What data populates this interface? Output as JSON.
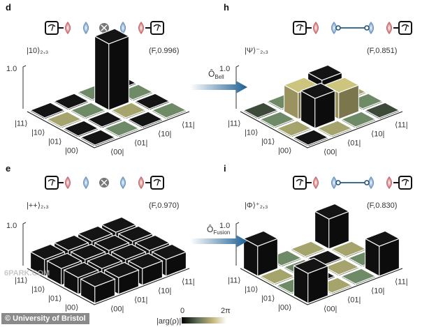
{
  "panels": [
    {
      "id": "d",
      "state": "|10⟩₂,₃",
      "fidelity": "(F,0.996)",
      "circuit": "cross",
      "cells": [
        [
          {
            "h": 0,
            "c": "black"
          },
          {
            "h": 0,
            "c": "green"
          },
          {
            "h": 0,
            "c": "black"
          },
          {
            "h": 0,
            "c": "green"
          }
        ],
        [
          {
            "h": 0,
            "c": "black"
          },
          {
            "h": 0,
            "c": "black"
          },
          {
            "h": 0,
            "c": "olive"
          },
          {
            "h": 0,
            "c": "black"
          }
        ],
        [
          {
            "h": 0,
            "c": "olive"
          },
          {
            "h": 0,
            "c": "green"
          },
          {
            "h": 1.0,
            "c": "black"
          },
          {
            "h": 0,
            "c": "green"
          }
        ],
        [
          {
            "h": 0,
            "c": "black"
          },
          {
            "h": 0,
            "c": "black"
          },
          {
            "h": 0,
            "c": "green"
          },
          {
            "h": 0,
            "c": "black"
          }
        ]
      ]
    },
    {
      "id": "h",
      "state": "|Ψ⟩⁻₂,₃",
      "fidelity": "(F,0.851)",
      "circuit": "link",
      "cells": [
        [
          {
            "h": 0,
            "c": "black"
          },
          {
            "h": 0,
            "c": "olive"
          },
          {
            "h": 0,
            "c": "green"
          },
          {
            "h": 0,
            "c": "dark"
          }
        ],
        [
          {
            "h": 0,
            "c": "olive"
          },
          {
            "h": 0.45,
            "c": "black"
          },
          {
            "h": 0.4,
            "c": "yellow"
          },
          {
            "h": 0,
            "c": "green"
          }
        ],
        [
          {
            "h": 0,
            "c": "green"
          },
          {
            "h": 0.4,
            "c": "yellow"
          },
          {
            "h": 0.45,
            "c": "black"
          },
          {
            "h": 0,
            "c": "olive"
          }
        ],
        [
          {
            "h": 0,
            "c": "dark"
          },
          {
            "h": 0,
            "c": "green"
          },
          {
            "h": 0,
            "c": "olive"
          },
          {
            "h": 0,
            "c": "black"
          }
        ]
      ]
    },
    {
      "id": "e",
      "state": "|++⟩₂,₃",
      "fidelity": "(F,0.970)",
      "circuit": "cross",
      "cells": [
        [
          {
            "h": 0.25,
            "c": "black"
          },
          {
            "h": 0.25,
            "c": "black"
          },
          {
            "h": 0.25,
            "c": "black"
          },
          {
            "h": 0.25,
            "c": "black"
          }
        ],
        [
          {
            "h": 0.25,
            "c": "black"
          },
          {
            "h": 0.25,
            "c": "black"
          },
          {
            "h": 0.25,
            "c": "black"
          },
          {
            "h": 0.25,
            "c": "black"
          }
        ],
        [
          {
            "h": 0.25,
            "c": "black"
          },
          {
            "h": 0.25,
            "c": "black"
          },
          {
            "h": 0.25,
            "c": "black"
          },
          {
            "h": 0.25,
            "c": "black"
          }
        ],
        [
          {
            "h": 0.25,
            "c": "black"
          },
          {
            "h": 0.25,
            "c": "black"
          },
          {
            "h": 0.25,
            "c": "black"
          },
          {
            "h": 0.25,
            "c": "black"
          }
        ]
      ]
    },
    {
      "id": "i",
      "state": "|Φ⟩⁺₂,₃",
      "fidelity": "(F,0.830)",
      "circuit": "link",
      "cells": [
        [
          {
            "h": 0.45,
            "c": "black"
          },
          {
            "h": 0,
            "c": "olive"
          },
          {
            "h": 0,
            "c": "green"
          },
          {
            "h": 0.45,
            "c": "black"
          }
        ],
        [
          {
            "h": 0,
            "c": "green"
          },
          {
            "h": 0,
            "c": "black"
          },
          {
            "h": 0,
            "c": "olive"
          },
          {
            "h": 0,
            "c": "green"
          }
        ],
        [
          {
            "h": 0,
            "c": "olive"
          },
          {
            "h": 0,
            "c": "green"
          },
          {
            "h": 0,
            "c": "black"
          },
          {
            "h": 0,
            "c": "olive"
          }
        ],
        [
          {
            "h": 0.45,
            "c": "black"
          },
          {
            "h": 0,
            "c": "green"
          },
          {
            "h": 0,
            "c": "olive"
          },
          {
            "h": 0.45,
            "c": "black"
          }
        ]
      ]
    }
  ],
  "ket_labels": [
    "|00⟩",
    "|01⟩",
    "|10⟩",
    "|11⟩"
  ],
  "bra_labels": [
    "⟨00|",
    "⟨01|",
    "⟨10|",
    "⟨11|"
  ],
  "zaxis_label": "1.0",
  "arrows": [
    {
      "op": "Ô",
      "sub": "Bell"
    },
    {
      "op": "Ô",
      "sub": "Fusion"
    }
  ],
  "colorbar": {
    "label": "|arg(ρ)|",
    "min": "0",
    "max": "2π"
  },
  "colors": {
    "black": "#141414",
    "green": "#6f8a66",
    "olive": "#a4a46c",
    "yellow": "#cdc47e",
    "dark": "#3d4a3a",
    "arrow": "#2a6a9a"
  },
  "credit": "© University of Bristol",
  "watermark": "6PARK.COM"
}
